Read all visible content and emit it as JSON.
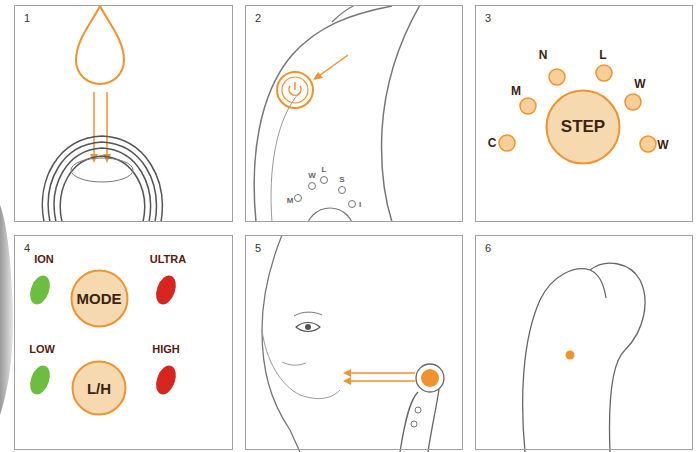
{
  "diagram": {
    "nodes": [
      {
        "text": [
          "1"
        ]
      },
      {
        "text": [
          "2"
        ]
      },
      {
        "text": [
          "3"
        ]
      },
      {
        "text": [
          "4"
        ]
      },
      {
        "text": [
          "5"
        ]
      },
      {
        "text": [
          "6"
        ]
      },
      {
        "text": [
          "STEP"
        ],
        "in": 2
      },
      {
        "text": [
          "MODE"
        ],
        "in": 3
      },
      {
        "text": [
          "L/H"
        ],
        "in": 3
      }
    ],
    "labels": [
      "W",
      "L",
      "S",
      "M",
      "I",
      "M",
      "N",
      "L",
      "W",
      "C",
      "W",
      "ION",
      "ULTRA",
      "LOW",
      "HIGH"
    ]
  }
}
